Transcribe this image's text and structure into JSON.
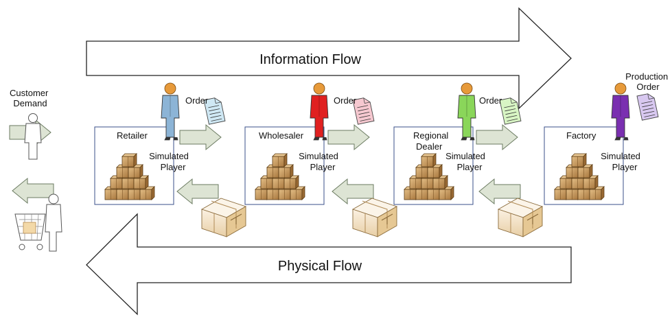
{
  "colors": {
    "big_arrow_fill": "#ffffff",
    "big_arrow_stroke": "#222222",
    "small_arrow_fill": "#dde4d4",
    "small_arrow_stroke": "#6a7a60",
    "box_stroke": "#3a4f8a",
    "box_fill": "#cfd6ea",
    "retailer_person": "#8cb4d6",
    "wholesaler_person": "#e02020",
    "dealer_person": "#8ad65a",
    "factory_person": "#7a2fb0",
    "retailer_order": "#cfe8f4",
    "wholesaler_order": "#f6c8d0",
    "dealer_order": "#d8f5c4",
    "factory_order": "#d8c8f0",
    "box_brown": "#c89a5c"
  },
  "diagram": {
    "information_flow_label": "Information Flow",
    "physical_flow_label": "Physical Flow",
    "customer_demand_label": [
      "Customer",
      "Demand"
    ],
    "production_order_label": [
      "Production",
      "Order"
    ],
    "order_label": "Order",
    "simulated_player_label": [
      "Simulated",
      "Player"
    ],
    "stages": [
      {
        "name": "Retailer",
        "person_color_key": "retailer_person",
        "order_color_key": "retailer_order"
      },
      {
        "name": "Wholesaler",
        "person_color_key": "wholesaler_person",
        "order_color_key": "wholesaler_order"
      },
      {
        "name": [
          "Regional",
          "Dealer"
        ],
        "person_color_key": "dealer_person",
        "order_color_key": "dealer_order"
      },
      {
        "name": "Factory",
        "person_color_key": "factory_person",
        "order_color_key": "factory_order"
      }
    ]
  }
}
